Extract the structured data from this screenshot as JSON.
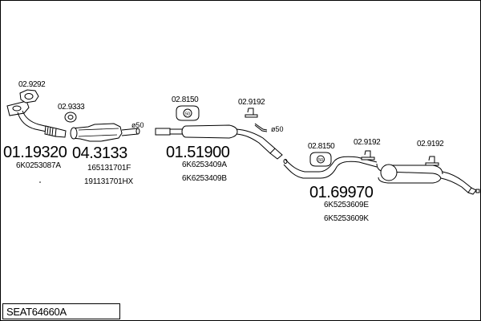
{
  "diagram": {
    "code": "SEAT64660A",
    "parts": [
      {
        "number": "01.19320",
        "oe": [
          "6K0253087A"
        ]
      },
      {
        "number": "04.3133",
        "oe": [
          "165131701F",
          "191131701HX"
        ]
      },
      {
        "number": "01.51900",
        "oe": [
          "6K6253409A",
          "6K6253409B"
        ]
      },
      {
        "number": "01.69970",
        "oe": [
          "6K5253609E",
          "6K5253609K"
        ]
      }
    ],
    "accessories": [
      {
        "number": "02.9292"
      },
      {
        "number": "02.9333"
      },
      {
        "number": "02.8150"
      },
      {
        "number": "02.9192"
      },
      {
        "number": "02.8150"
      },
      {
        "number": "02.9192"
      },
      {
        "number": "02.9192"
      }
    ],
    "diameters": [
      "ø50",
      "ø50"
    ]
  }
}
